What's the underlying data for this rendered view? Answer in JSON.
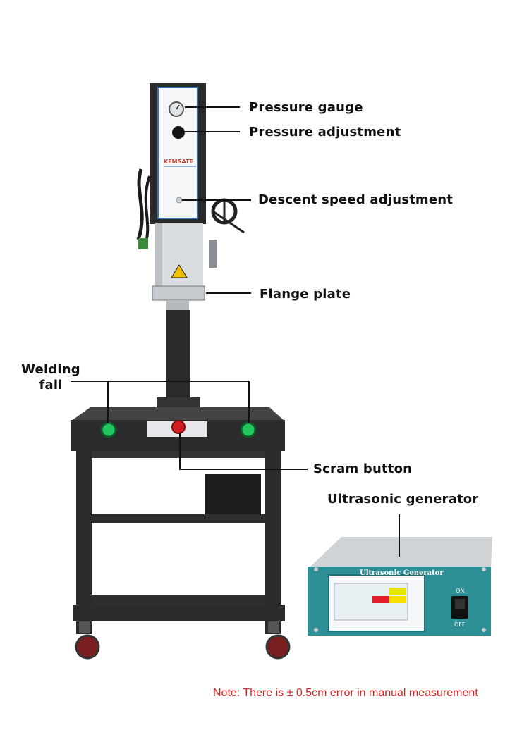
{
  "callouts": {
    "pressure_gauge": "Pressure gauge",
    "pressure_adjustment": "Pressure adjustment",
    "descent_speed": "Descent speed adjustment",
    "flange_plate": "Flange plate",
    "welding_fall_line1": "Welding",
    "welding_fall_line2": "fall",
    "scram_button": "Scram button",
    "ultrasonic_generator": "Ultrasonic generator"
  },
  "machine": {
    "brand_logo": "KEMSATE"
  },
  "generator": {
    "panel_title": "Ultrasonic Generator",
    "switch_on": "ON",
    "switch_off": "OFF"
  },
  "note": "Note: There is ± 0.5cm error in manual measurement",
  "colors": {
    "frame_dark": "#2a2a2a",
    "panel_white": "#f4f6f8",
    "panel_border": "#3a6fb0",
    "teal": "#2f8f96",
    "button_green": "#22c55e",
    "button_red": "#d01c1c",
    "note_red": "#e02020",
    "wheel_red": "#7a1f1f"
  }
}
